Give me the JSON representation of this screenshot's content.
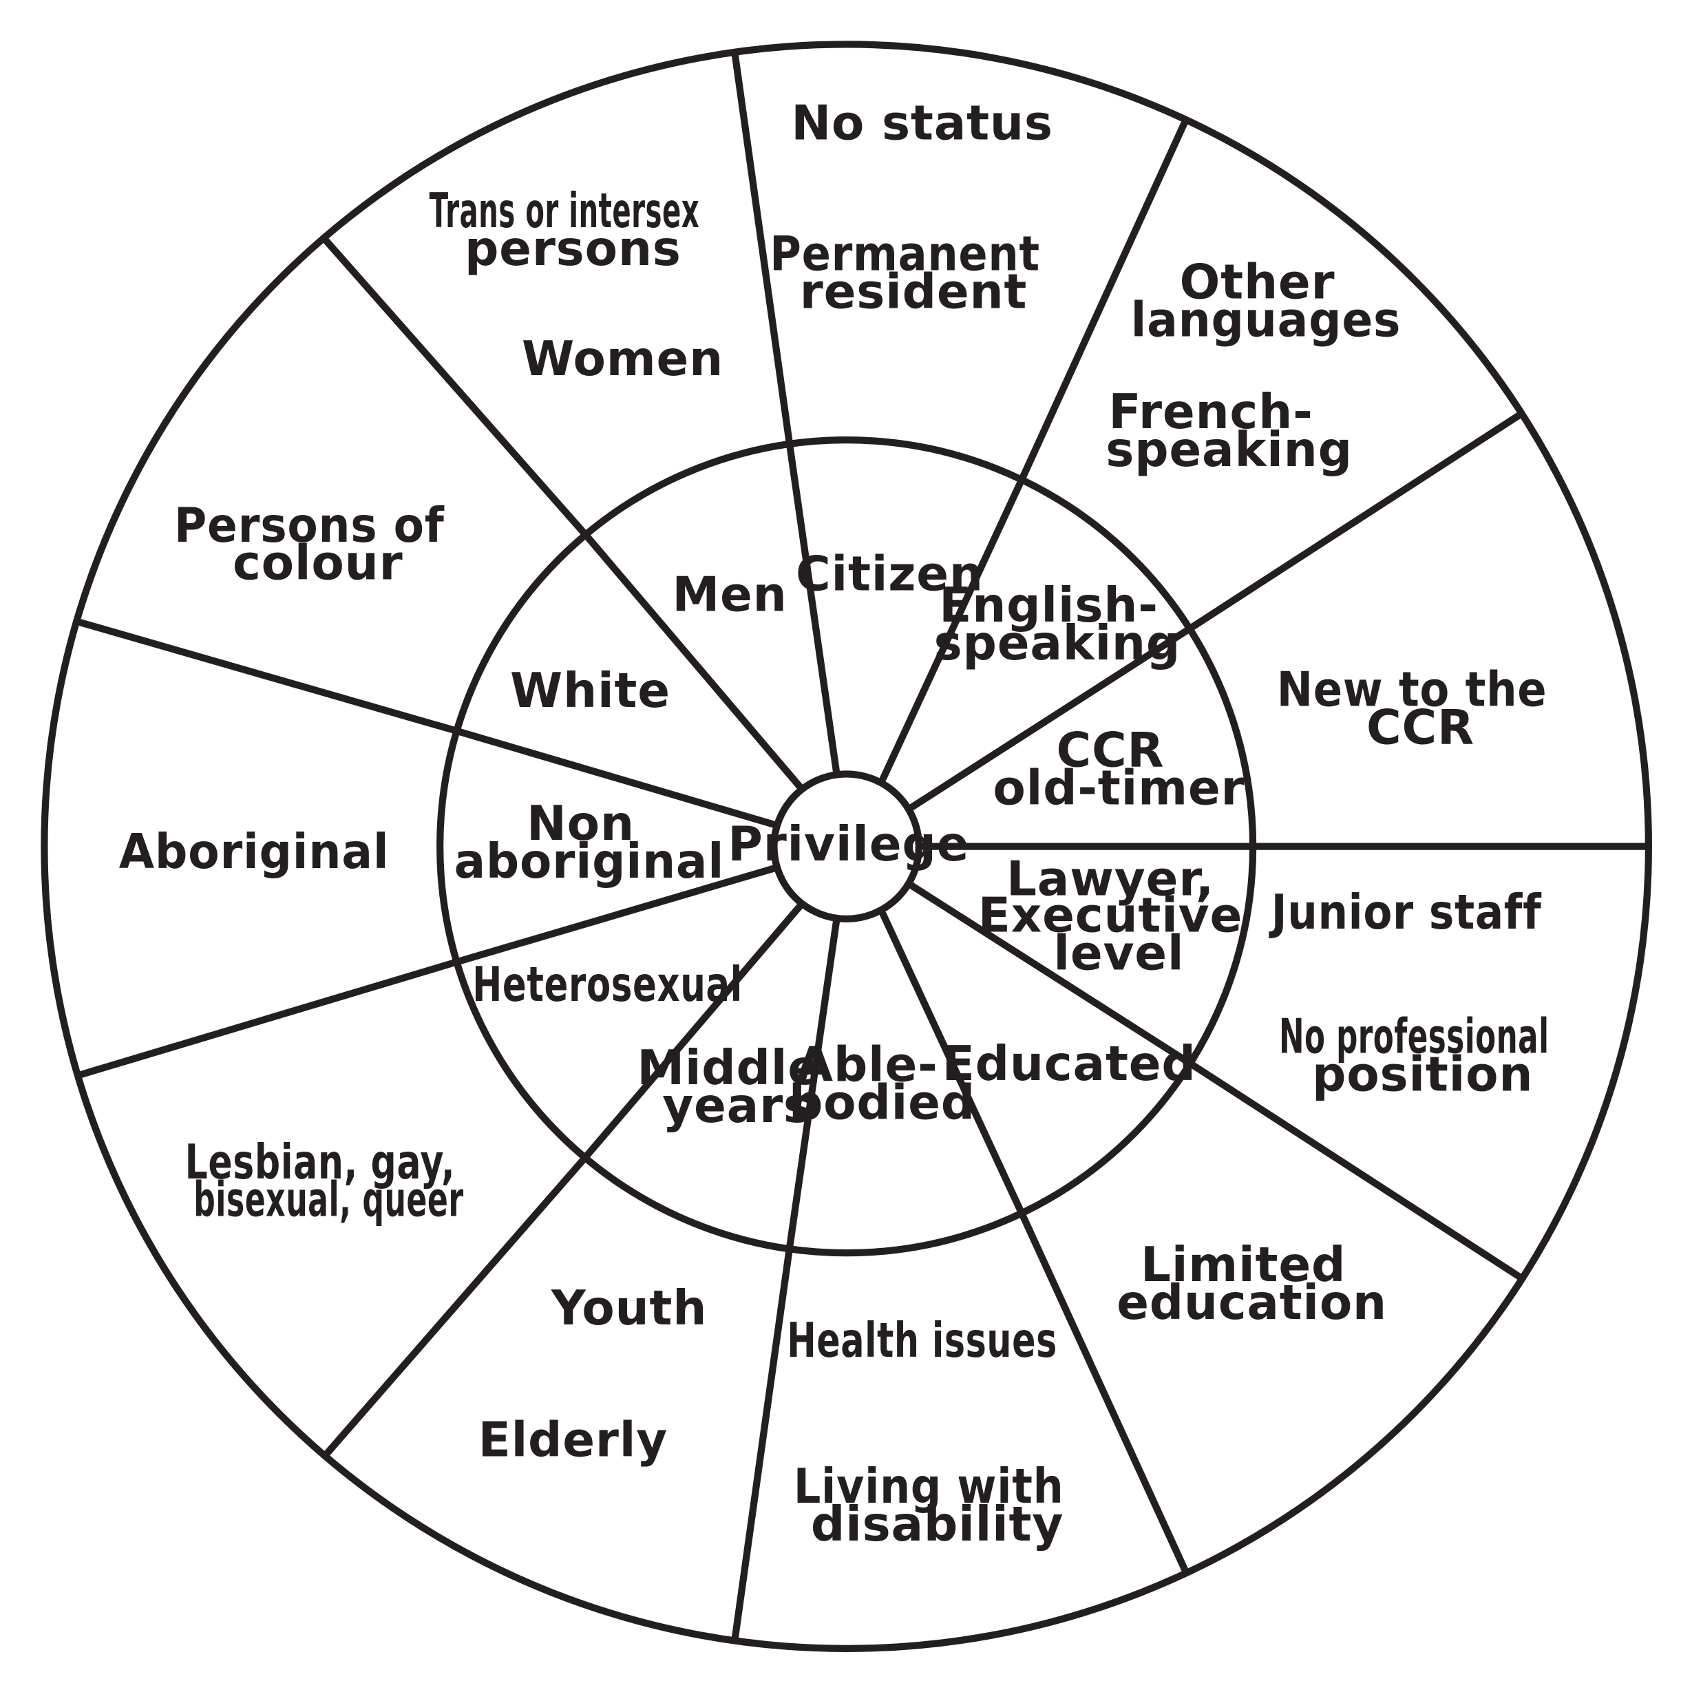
{
  "center": {
    "label": "Privilege"
  },
  "inner_ring": {
    "english_speaking": [
      "English-",
      "speaking"
    ],
    "ccr_old_timer": [
      "CCR",
      "old-timer"
    ],
    "lawyer_executive": [
      "Lawyer,",
      "Executive",
      "level"
    ],
    "educated": [
      "Educated"
    ],
    "able_bodied": [
      "Able-",
      "bodied"
    ],
    "middle_years": [
      "Middle",
      "years"
    ],
    "heterosexual": [
      "Heterosexual"
    ],
    "non_aboriginal": [
      "Non",
      "aboriginal"
    ],
    "white": [
      "White"
    ],
    "men": [
      "Men"
    ],
    "citizen": [
      "Citizen"
    ]
  },
  "outer_ring": {
    "no_status": [
      "No status"
    ],
    "permanent_resident": [
      "Permanent",
      "resident"
    ],
    "other_languages": [
      "Other",
      "languages"
    ],
    "french_speaking": [
      "French-",
      "speaking"
    ],
    "new_to_ccr": [
      "New to the",
      "CCR"
    ],
    "junior_staff": [
      "Junior staff"
    ],
    "no_professional_position": [
      "No professional",
      "position"
    ],
    "limited_education": [
      "Limited",
      "education"
    ],
    "health_issues": [
      "Health issues"
    ],
    "living_with_disability": [
      "Living with",
      "disability"
    ],
    "youth": [
      "Youth"
    ],
    "elderly": [
      "Elderly"
    ],
    "lgbq": [
      "Lesbian, gay,",
      "bisexual, queer"
    ],
    "aboriginal": [
      "Aboriginal"
    ],
    "persons_of_colour": [
      "Persons of",
      "colour"
    ],
    "trans_intersex": [
      "Trans or intersex",
      "persons"
    ],
    "women": [
      "Women"
    ]
  },
  "colors": {
    "line": "#231f20",
    "background": "#ffffff"
  }
}
